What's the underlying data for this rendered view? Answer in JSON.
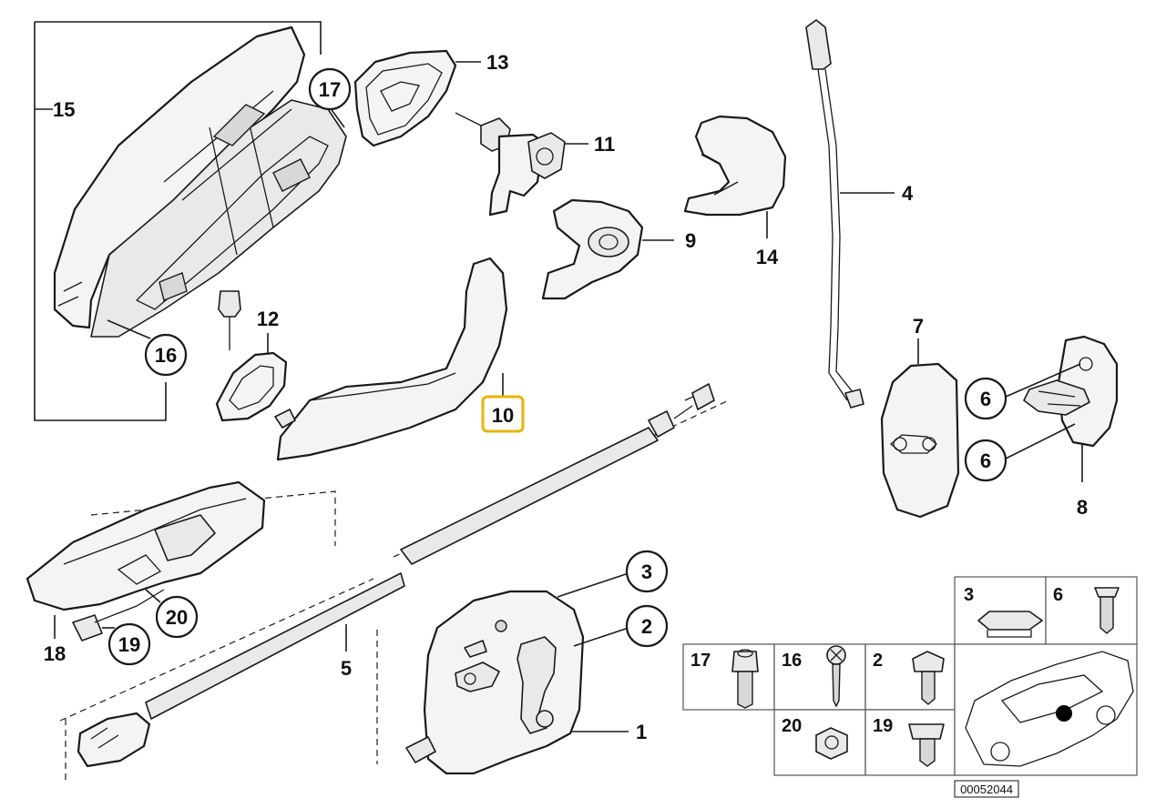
{
  "callouts": {
    "c1": "1",
    "c2": "2",
    "c3": "3",
    "c4": "4",
    "c5": "5",
    "c6": "6",
    "c7": "7",
    "c8": "8",
    "c9": "9",
    "c10": "10",
    "c11": "11",
    "c12": "12",
    "c13": "13",
    "c14": "14",
    "c15": "15",
    "c16": "16",
    "c17": "17",
    "c18": "18",
    "c19": "19",
    "c20": "20"
  },
  "highlighted_part": "10",
  "highlight_color": "#e8b400",
  "small_parts": [
    {
      "label": "3",
      "icon": "plug-icon"
    },
    {
      "label": "6",
      "icon": "screw-icon"
    },
    {
      "label": "17",
      "icon": "socket-screw-icon"
    },
    {
      "label": "16",
      "icon": "tapping-screw-icon"
    },
    {
      "label": "2",
      "icon": "bolt-icon"
    },
    {
      "label": "20",
      "icon": "nut-icon"
    },
    {
      "label": "19",
      "icon": "clip-screw-icon"
    }
  ],
  "diagram_code": "00052044"
}
